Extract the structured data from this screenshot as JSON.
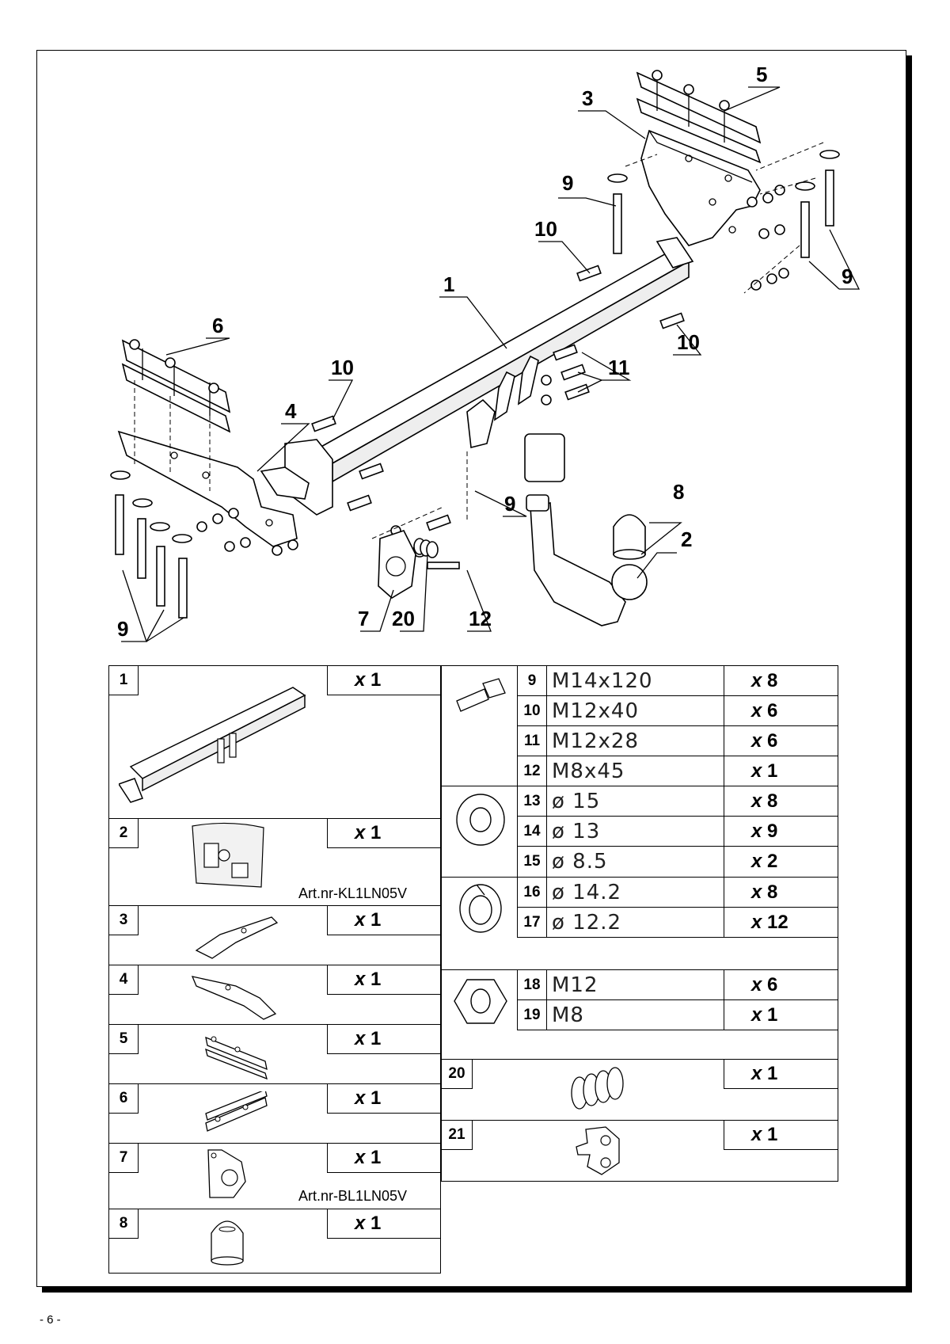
{
  "callouts": {
    "c1": "1",
    "c2": "2",
    "c3": "3",
    "c4": "4",
    "c5": "5",
    "c6": "6",
    "c7": "7",
    "c8": "8",
    "c9a": "9",
    "c9b": "9",
    "c9c": "9",
    "c9d": "9",
    "c10a": "10",
    "c10b": "10",
    "c10c": "10",
    "c11": "11",
    "c12": "12",
    "c20": "20"
  },
  "parts_left": [
    {
      "num": "1",
      "qty": "1",
      "art": ""
    },
    {
      "num": "2",
      "qty": "1",
      "art": "Art.nr-KL1LN05V"
    },
    {
      "num": "3",
      "qty": "1",
      "art": ""
    },
    {
      "num": "4",
      "qty": "1",
      "art": ""
    },
    {
      "num": "5",
      "qty": "1",
      "art": ""
    },
    {
      "num": "6",
      "qty": "1",
      "art": ""
    },
    {
      "num": "7",
      "qty": "1",
      "art": "Art.nr-BL1LN05V"
    },
    {
      "num": "8",
      "qty": "1",
      "art": ""
    }
  ],
  "qty_prefix": "x",
  "hardware": {
    "bolts": [
      {
        "num": "9",
        "spec": "M14x120",
        "qty": "8"
      },
      {
        "num": "10",
        "spec": "M12x40",
        "qty": "6"
      },
      {
        "num": "11",
        "spec": "M12x28",
        "qty": "6"
      },
      {
        "num": "12",
        "spec": "M8x45",
        "qty": "1"
      }
    ],
    "washers": [
      {
        "num": "13",
        "spec": "ø 15",
        "qty": "8"
      },
      {
        "num": "14",
        "spec": "ø 13",
        "qty": "9"
      },
      {
        "num": "15",
        "spec": "ø 8.5",
        "qty": "2"
      }
    ],
    "spring_washers": [
      {
        "num": "16",
        "spec": "ø 14.2",
        "qty": "8"
      },
      {
        "num": "17",
        "spec": "ø 12.2",
        "qty": "12"
      }
    ],
    "nuts": [
      {
        "num": "18",
        "spec": "M12",
        "qty": "6"
      },
      {
        "num": "19",
        "spec": "M8",
        "qty": "1"
      }
    ],
    "spring": {
      "num": "20",
      "qty": "1"
    },
    "bracket": {
      "num": "21",
      "qty": "1"
    }
  },
  "page_number": "- 6 -"
}
